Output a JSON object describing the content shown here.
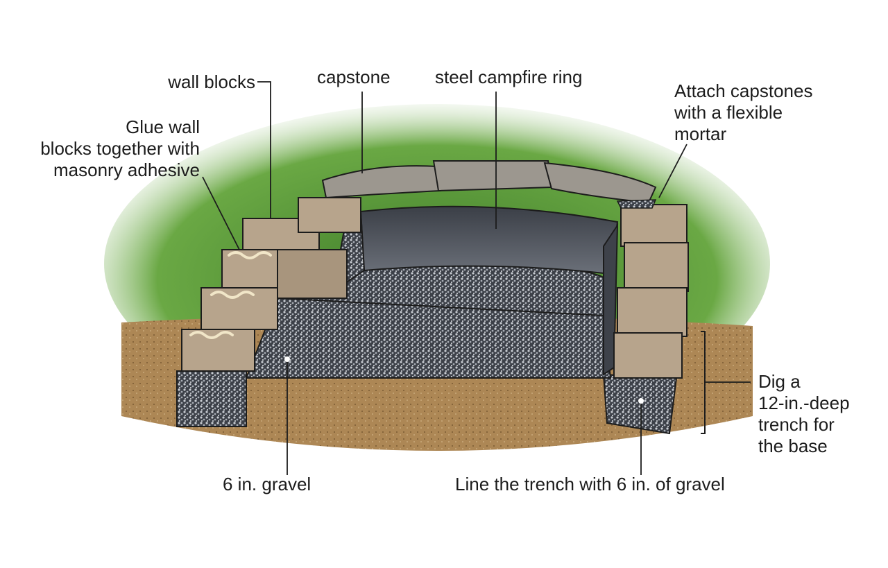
{
  "labels": {
    "wall_blocks": "wall blocks",
    "glue_line1": "Glue wall",
    "glue_line2": "blocks together with",
    "glue_line3": "masonry adhesive",
    "capstone": "capstone",
    "steel_ring": "steel campfire ring",
    "attach_line1": "Attach capstones",
    "attach_line2": "with a flexible",
    "attach_line3": "mortar",
    "dig_line1": "Dig a",
    "dig_line2": "12-in.-deep",
    "dig_line3": "trench for",
    "dig_line4": "the base",
    "six_in_gravel": "6 in. gravel",
    "line_trench": "Line the trench with 6 in. of gravel"
  },
  "colors": {
    "grass": "#5f9a3a",
    "soil": "#b08a5a",
    "gravel": "#5c6068",
    "block": "#b7a48c",
    "capstone": "#9c978f",
    "steel": "#4c515b"
  },
  "icons": {
    "adhesive": "adhesive-squiggle-icon"
  }
}
